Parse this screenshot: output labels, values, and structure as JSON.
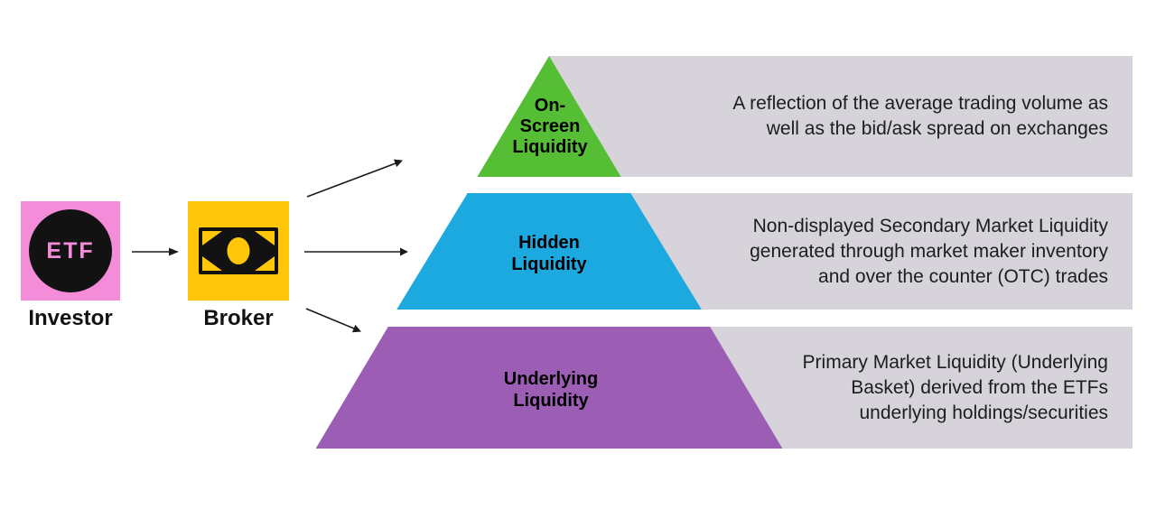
{
  "colors": {
    "pink": "#F48CD9",
    "yellow": "#FFC60A",
    "green": "#56BE35",
    "blue": "#1CA9DF",
    "purple": "#9B5EB4",
    "band": "#D6D3DA",
    "ink": "#1A1A1A"
  },
  "flow": {
    "investor": {
      "label": "Investor",
      "badge": "ETF"
    },
    "broker": {
      "label": "Broker"
    }
  },
  "pyramid": {
    "levels": [
      {
        "name": "On-\nScreen\nLiquidity",
        "color": "#56BE35",
        "description": "A reflection of the average trading volume as\nwell as the bid/ask spread on exchanges"
      },
      {
        "name": "Hidden\nLiquidity",
        "color": "#1CA9DF",
        "description": "Non-displayed Secondary Market Liquidity\ngenerated through market maker inventory\nand over the counter (OTC) trades"
      },
      {
        "name": "Underlying\nLiquidity",
        "color": "#9B5EB4",
        "description": "Primary Market Liquidity (Underlying\nBasket) derived from the ETFs\nunderlying holdings/securities"
      }
    ]
  }
}
